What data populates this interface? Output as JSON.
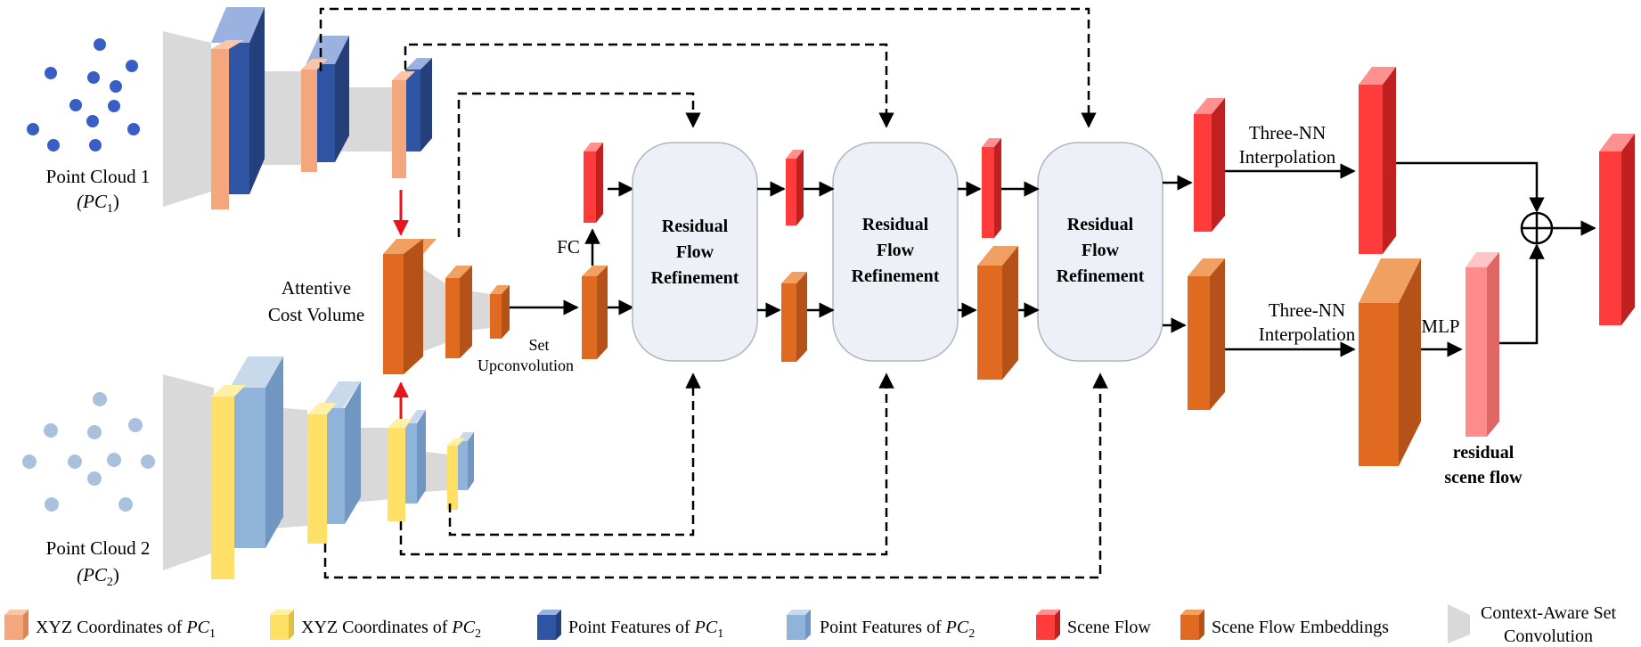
{
  "point_clouds": {
    "pc1_label": "Point Cloud 1",
    "pc1_sub": "(PC",
    "pc1_sub_idx": "1",
    "pc1_sub_close": ")",
    "pc2_label": "Point Cloud 2",
    "pc2_sub": "(PC",
    "pc2_sub_idx": "2",
    "pc2_sub_close": ")"
  },
  "cost_volume": {
    "line1": "Attentive",
    "line2": "Cost Volume"
  },
  "set_upconv": {
    "line1": "Set",
    "line2": "Upconvolution"
  },
  "fc_label": "FC",
  "refinement_blocks": [
    {
      "line1": "Residual",
      "line2": "Flow",
      "line3": "Refinement"
    },
    {
      "line1": "Residual",
      "line2": "Flow",
      "line3": "Refinement"
    },
    {
      "line1": "Residual",
      "line2": "Flow",
      "line3": "Refinement"
    }
  ],
  "interp_top": {
    "line1": "Three-NN",
    "line2": "Interpolation"
  },
  "interp_bottom": {
    "line1": "Three-NN",
    "line2": "Interpolation"
  },
  "mlp_label": "MLP",
  "residual_label": {
    "line1": "residual",
    "line2": "scene flow"
  },
  "legend": [
    {
      "text": "XYZ Coordinates of ",
      "italic": "PC",
      "sub": "1",
      "color": "#F4A67C"
    },
    {
      "text": "XYZ Coordinates of ",
      "italic": "PC",
      "sub": "2",
      "color": "#FFE066"
    },
    {
      "text": "Point Features of ",
      "italic": "PC",
      "sub": "1",
      "color": "#2F54A3"
    },
    {
      "text": "Point Features of ",
      "italic": "PC",
      "sub": "2",
      "color": "#8FB3D9"
    },
    {
      "text": "Scene Flow",
      "italic": "",
      "sub": "",
      "color": "#FF3B3B"
    },
    {
      "text": "Scene Flow Embeddings",
      "italic": "",
      "sub": "",
      "color": "#E06A1F"
    },
    {
      "text": "Context-Aware Set",
      "text2": "Convolution",
      "italic": "",
      "sub": "",
      "color": "#D9D9D9"
    }
  ],
  "colors": {
    "xyz_pc1": "#F4A67C",
    "xyz_pc2": "#FFE066",
    "feat_pc1": "#2F54A3",
    "feat_pc2": "#8FB3D9",
    "scene_flow": "#FF3B3B",
    "embedding": "#E06A1F",
    "setconv": "#D9D9D9",
    "residual_flow": "#FF8C8C",
    "block_fill": "#EEF0F7"
  }
}
